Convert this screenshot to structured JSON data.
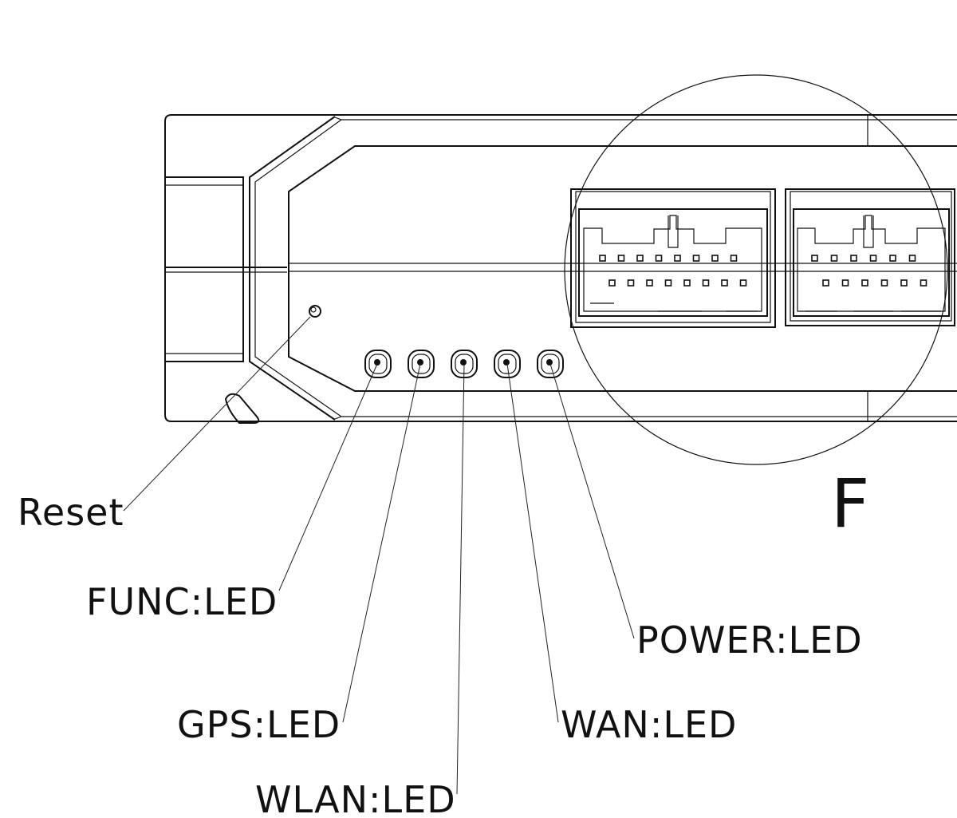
{
  "diagram": {
    "detail_label": "F",
    "callouts": [
      {
        "id": "reset",
        "label": "Reset"
      },
      {
        "id": "func",
        "label": "FUNC:LED"
      },
      {
        "id": "gps",
        "label": "GPS:LED"
      },
      {
        "id": "wlan",
        "label": "WLAN:LED"
      },
      {
        "id": "wan",
        "label": "WAN:LED"
      },
      {
        "id": "power",
        "label": "POWER:LED"
      }
    ],
    "connectors": [
      {
        "id": "connector-left",
        "top_row_pins": 8,
        "bottom_row_pins": 8
      },
      {
        "id": "connector-right",
        "top_row_pins": 6,
        "bottom_row_pins": 6
      }
    ],
    "led_count": 5
  }
}
